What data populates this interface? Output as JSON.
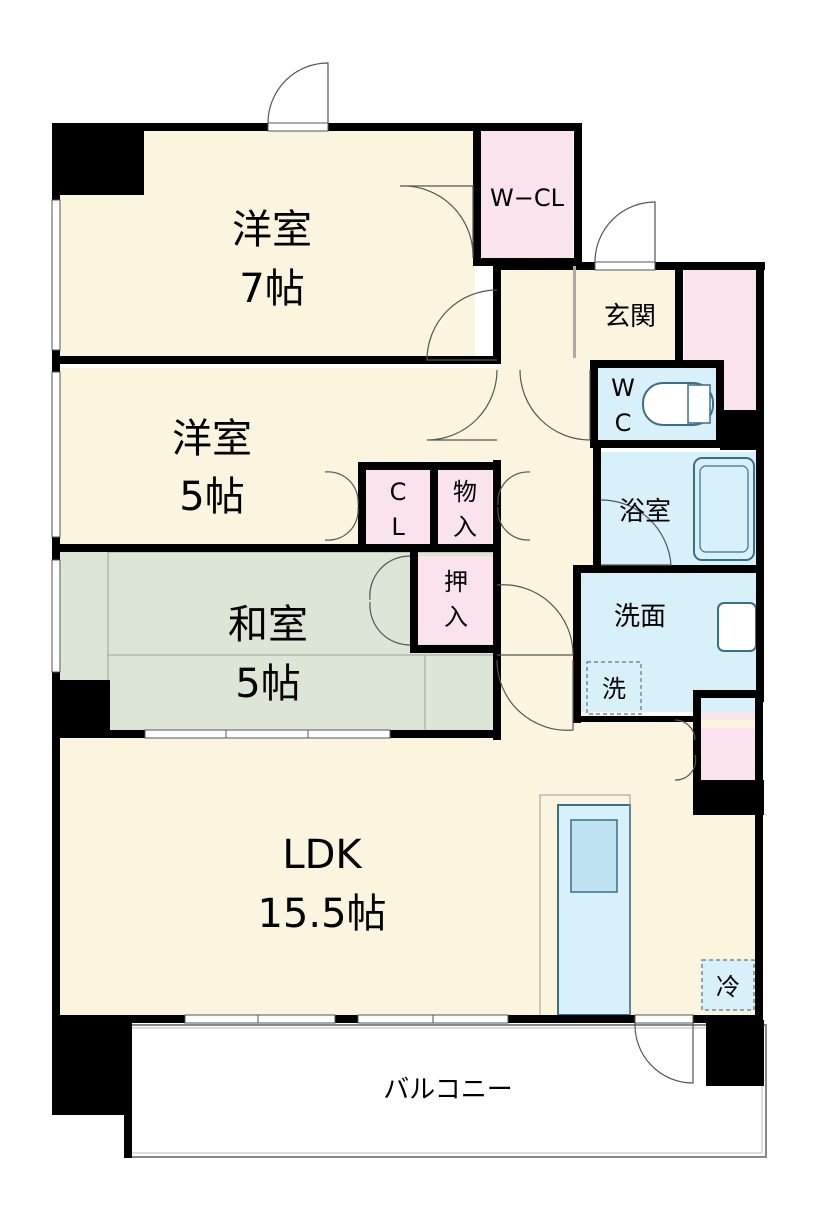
{
  "rooms": {
    "western7": {
      "name": "洋室",
      "size": "7帖"
    },
    "western5": {
      "name": "洋室",
      "size": "5帖"
    },
    "japanese5": {
      "name": "和室",
      "size": "5帖"
    },
    "ldk": {
      "name": "LDK",
      "size": "15.5帖"
    }
  },
  "closets": {
    "wcl": "W−CL",
    "cl_c": "C",
    "cl_l": "L",
    "storage_top": "物",
    "storage_bottom": "入",
    "oshiire_top": "押",
    "oshiire_bottom": "入"
  },
  "wet_areas": {
    "entrance": "玄関",
    "wc_w": "W",
    "wc_c": "C",
    "bath": "浴室",
    "washroom": "洗面",
    "washer": "洗",
    "fridge": "冷"
  },
  "balcony": "バルコニー",
  "colors": {
    "floor_western": "#fbf4df",
    "floor_japanese": "#dde5d6",
    "closet_pink": "#fae3ec",
    "wet_blue": "#d8f0fa",
    "wall": "#000000",
    "balcony": "#ffffff"
  }
}
